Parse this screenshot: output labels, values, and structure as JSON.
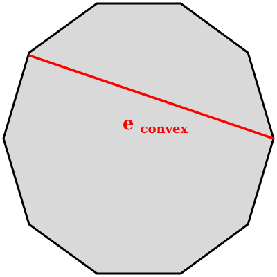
{
  "figure": {
    "shape": "decagon",
    "fill_color": "#d9d9d9",
    "outline_color": "#000000",
    "diagonal_color": "#ff0000"
  },
  "label": {
    "main": "e",
    "subscript": "convex"
  }
}
